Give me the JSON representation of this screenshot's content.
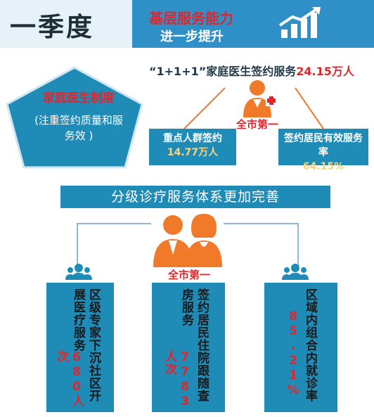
{
  "header": {
    "title": "一季度",
    "subtitle_line1": "基层服务能力",
    "subtitle_line2": "进一步提升"
  },
  "family_doctor": {
    "heading": "家庭医生制度",
    "subheading": "(注重签约质量和服务效 )",
    "service_label": "“1+1+1”家庭医生签约服务",
    "service_value": "24.15万人",
    "rank": "全市第一",
    "stat_left_label": "重点人群签约",
    "stat_left_value": "14.77万人",
    "stat_right_label": "签约居民有效服务率",
    "stat_right_value": "64.15%"
  },
  "tiered": {
    "heading": "分级诊疗服务体系更加完善",
    "rank": "全市第一",
    "col1_text": "区级专家下沉社区开展医疗服务",
    "col1_value": "680人次",
    "col2_text": "签约居民住院跟随查房服务",
    "col2_value": "7783人次",
    "col3_text": "区域内组合内就诊率",
    "col3_value": "85.21%"
  },
  "icons": [
    "bar-chart-icon",
    "doctor-icon",
    "people-icon",
    "group-icon"
  ],
  "colors": {
    "primary_blue": "#1f8cb8",
    "header_blue": "#2f8fc7",
    "accent_red": "#e0262c",
    "accent_orange": "#f07a2a"
  }
}
